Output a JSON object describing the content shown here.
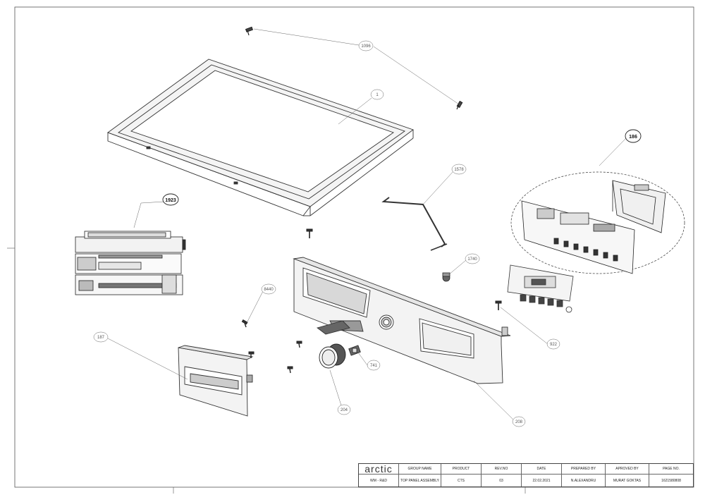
{
  "callouts": {
    "c1096": "1096",
    "c1": "1",
    "c186": "186",
    "c1923": "1923",
    "c1578": "1578",
    "c1740": "1740",
    "c8440": "8440",
    "c187": "187",
    "c741": "741",
    "c204": "204",
    "c208": "208",
    "c922": "922"
  },
  "title_block": {
    "logo": "arctic",
    "dept": "WM - R&D",
    "headers": {
      "group_name": "GROUP NAME",
      "product": "PRODUCT",
      "rev_no": "REV.NO",
      "date": "DATE",
      "prepared_by": "PREPARED BY",
      "approved_by": "APROVED BY",
      "page_no": "PAGE NO."
    },
    "values": {
      "group_name": "TOP PANEL ASSEMBLY",
      "product": "CTS",
      "rev_no": "03",
      "date": "22.02.2021",
      "prepared_by": "N.ALEXANDRU",
      "approved_by": "MURAT GOKTAS",
      "page_no": "1621580808"
    }
  }
}
